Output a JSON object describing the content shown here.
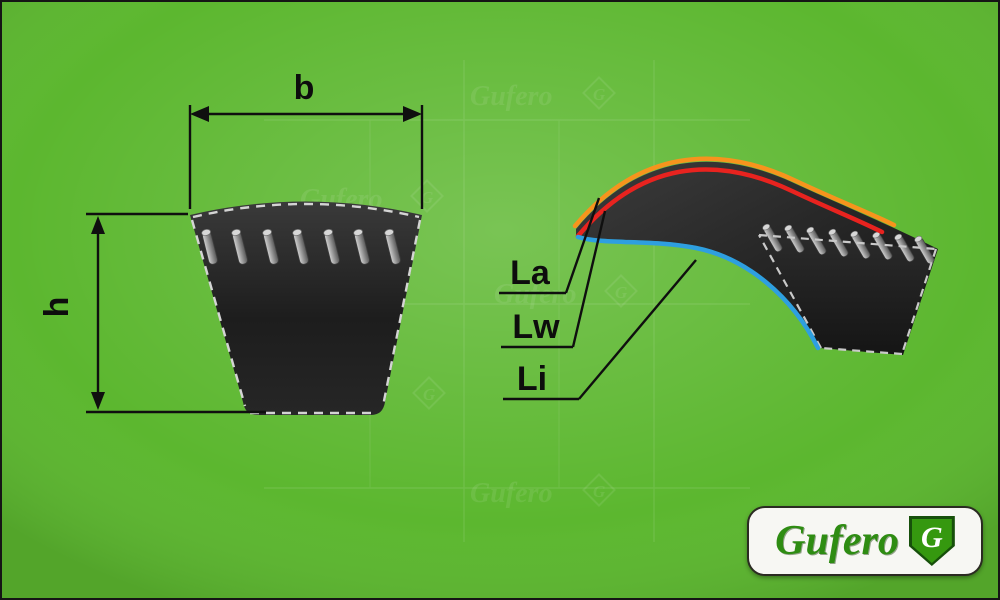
{
  "scene": {
    "bg_color": "#5cb72f",
    "border_color": "#151515"
  },
  "cross_section": {
    "width_label": "b",
    "height_label": "h"
  },
  "belt_lengths": {
    "la_label": "La",
    "lw_label": "Lw",
    "li_label": "Li",
    "la_color": "#f7941d",
    "lw_color": "#e8231f",
    "li_color": "#2e9fe0"
  },
  "logo": {
    "brand": "Gufero",
    "monogram": "G"
  },
  "watermark": {
    "brand": "Gufero",
    "monogram": "G"
  }
}
